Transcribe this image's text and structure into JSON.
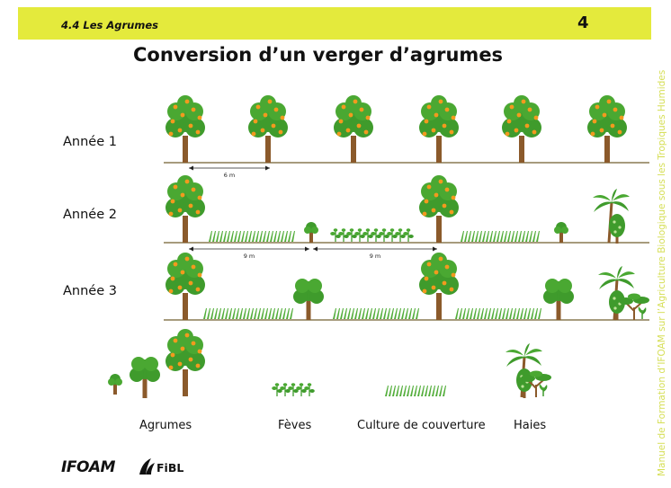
{
  "header": {
    "section": "4.4 Les Agrumes",
    "number": "4"
  },
  "title": "Conversion d’un verger d’agrumes",
  "rows": [
    {
      "label": "Année 1",
      "spacing": "6 m"
    },
    {
      "label": "Année 2",
      "spacing_left": "9 m",
      "spacing_right": "9 m"
    },
    {
      "label": "Année 3"
    }
  ],
  "legend": {
    "agrumes": "Agrumes",
    "feves": "Fèves",
    "couverture": "Culture de couverture",
    "haies": "Haies"
  },
  "side_text": "Manuel de Formation d’IFOAM sur l’Agriculture Biologique sous les Tropiques Humides",
  "logos": {
    "ifoam": "IFOAM",
    "fibl": "FiBL"
  },
  "colors": {
    "header_bg": "#e4ea3c",
    "leaf": "#3f9b2c",
    "fruit": "#f29a1e",
    "trunk": "#8b5a2b",
    "ground": "#a79b7d",
    "side_text": "#d6df57"
  }
}
